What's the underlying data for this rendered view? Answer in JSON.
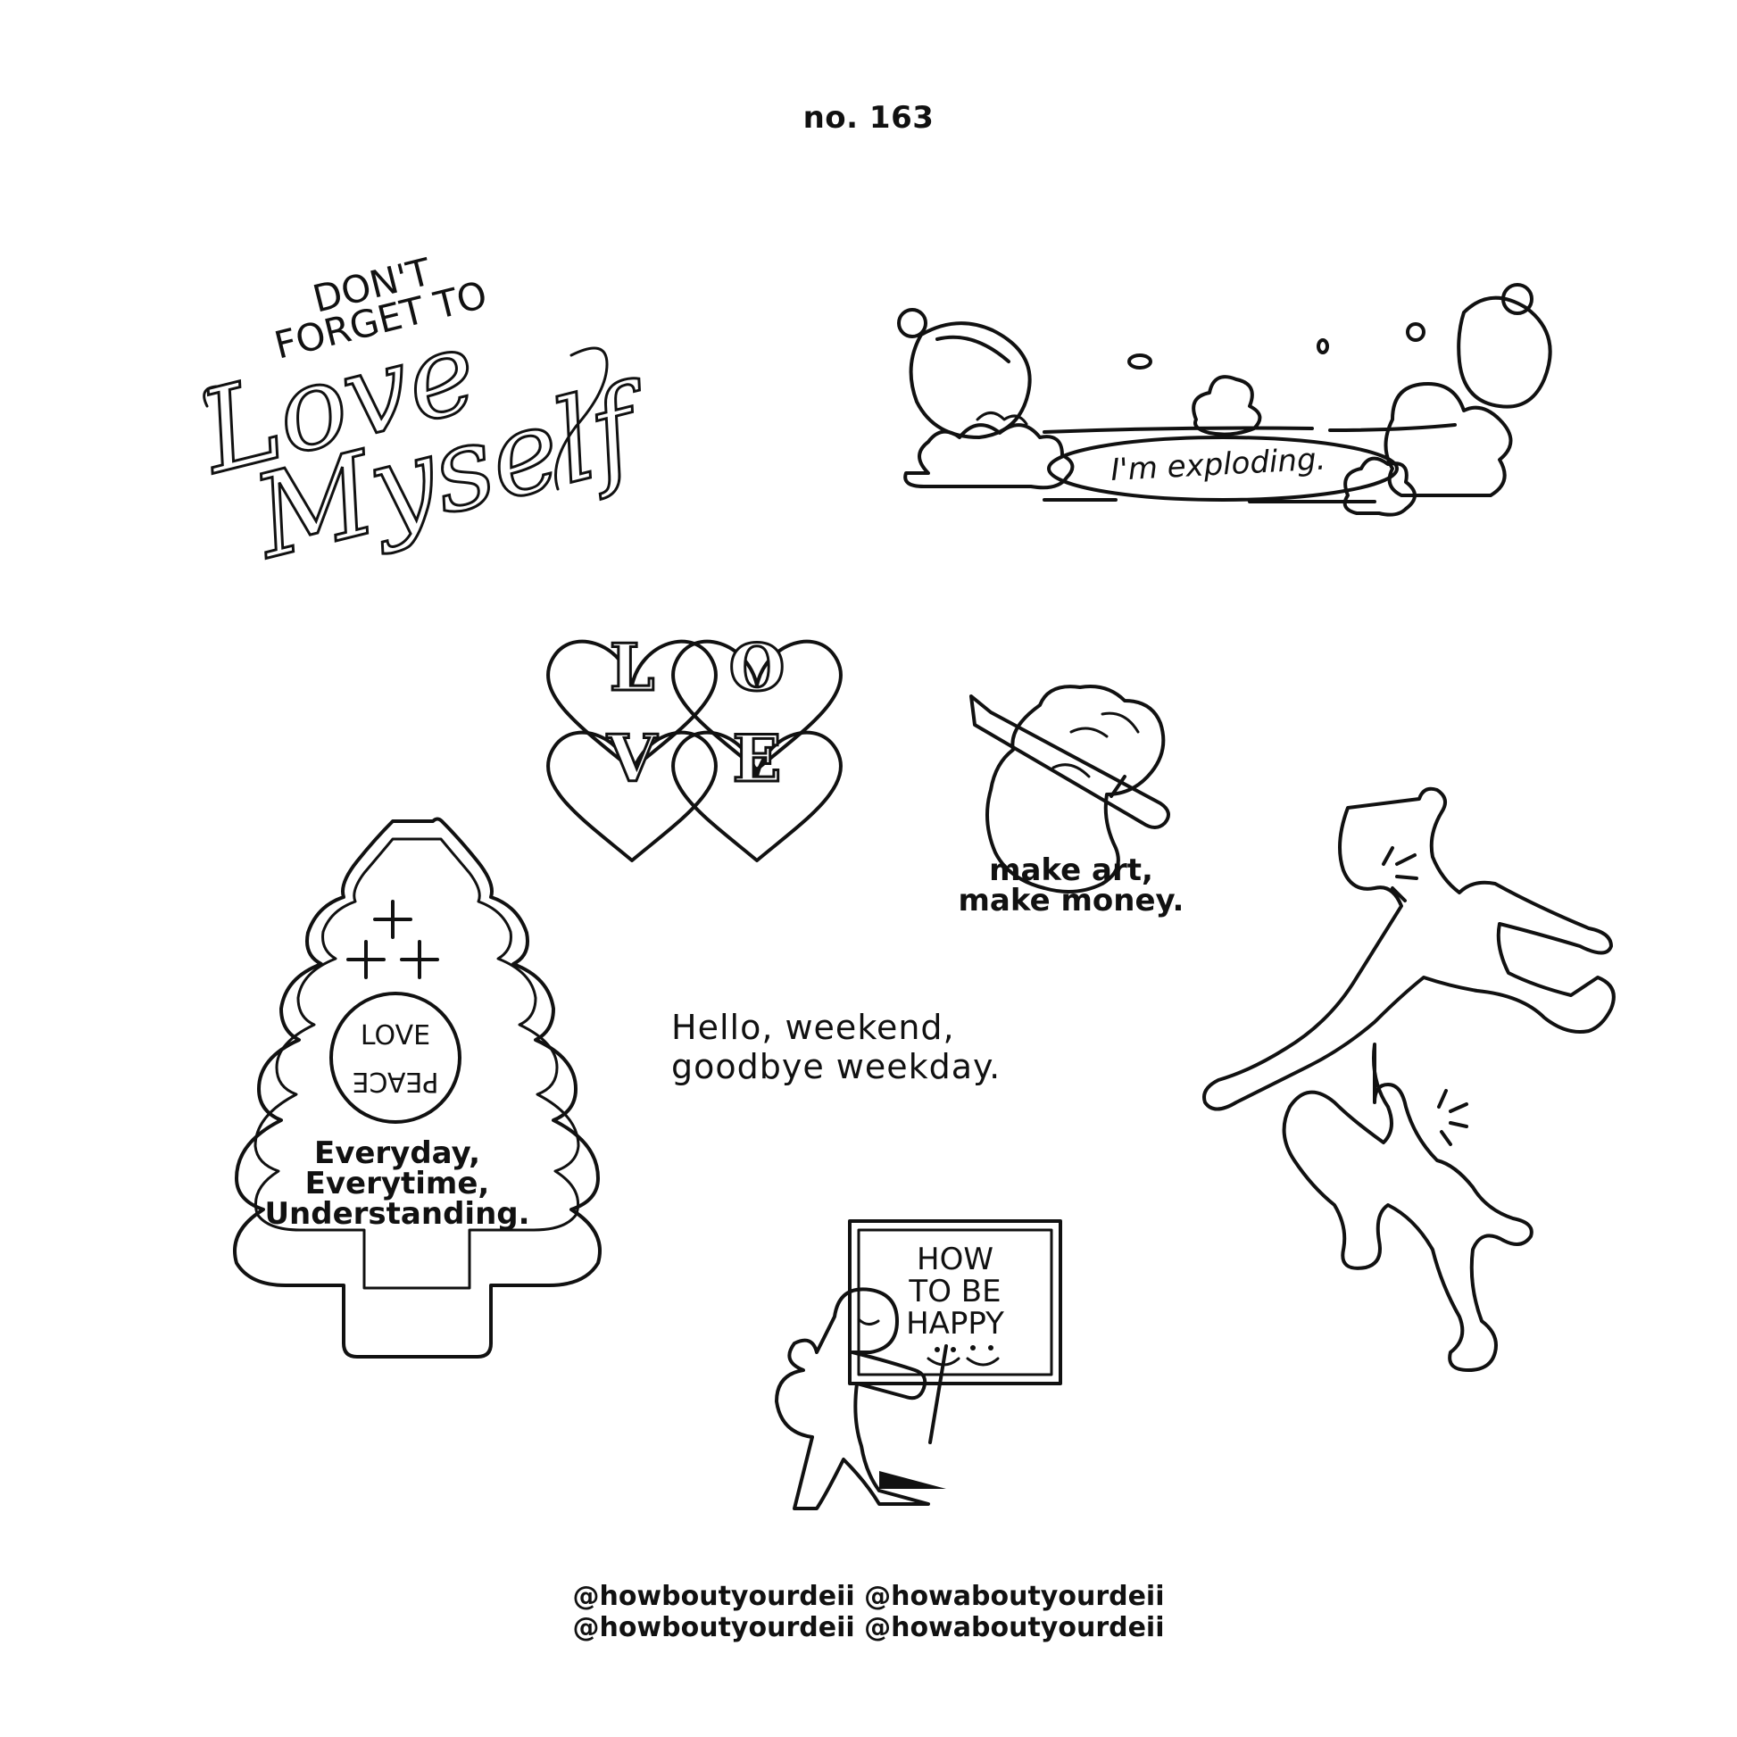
{
  "sheet": {
    "number": "no. 163"
  },
  "stickers": {
    "love_myself": {
      "line1": "DON'T",
      "line2": "FORGET TO",
      "line3": "Love",
      "line4": "Myself"
    },
    "exploding": {
      "label": "I'm exploding."
    },
    "love_hearts": {
      "letters": [
        "L",
        "O",
        "V",
        "E"
      ]
    },
    "make_art": {
      "line1": "make art,",
      "line2": "make money."
    },
    "tree": {
      "circle_top": "LOVE",
      "circle_bottom": "PEACE",
      "line1": "Everyday,",
      "line2": "Everytime,",
      "line3": "Understanding."
    },
    "weekend": {
      "line1": "Hello, weekend,",
      "line2": "goodbye weekday."
    },
    "how_to_be_happy": {
      "line1": "HOW",
      "line2": "TO BE",
      "line3": "HAPPY"
    }
  },
  "watermark": {
    "line1": "@howboutyourdeii @howaboutyourdeii",
    "line2": "@howboutyourdeii @howaboutyourdeii"
  }
}
